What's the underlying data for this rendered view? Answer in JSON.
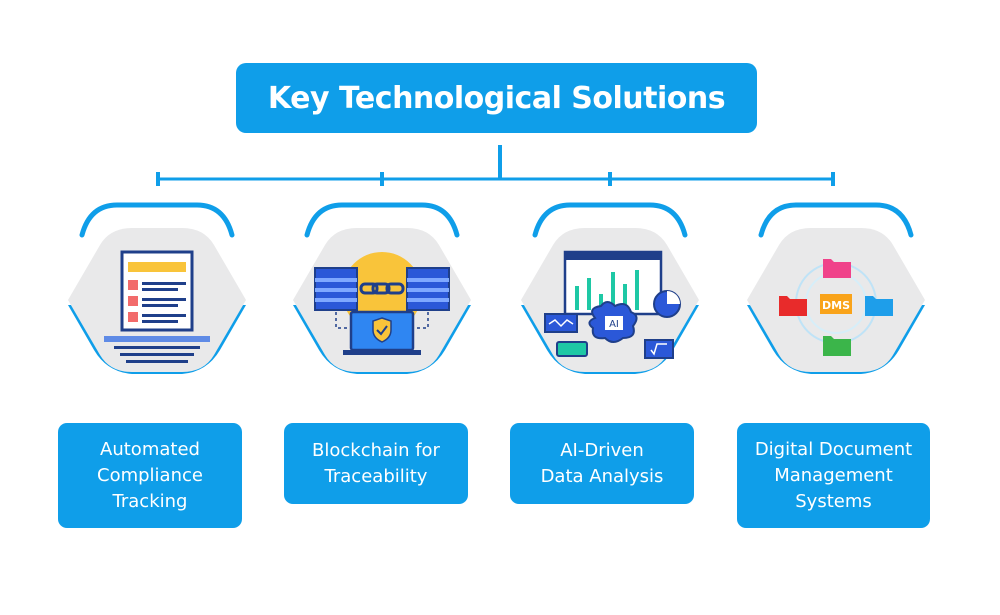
{
  "title": "Key Technological Solutions",
  "colors": {
    "primary": "#0f9ee9",
    "hex_fill": "#e9e9ea",
    "accent_yellow": "#f9c43a",
    "navy": "#1f3f8a",
    "teal": "#1ec8a5"
  },
  "solutions": [
    {
      "label": "Automated\nCompliance\nTracking",
      "icon": "compliance-document-icon"
    },
    {
      "label": "Blockchain for\nTraceability",
      "icon": "blockchain-servers-icon"
    },
    {
      "label": "AI-Driven\nData Analysis",
      "icon": "ai-analytics-icon"
    },
    {
      "label": "Digital Document\nManagement\nSystems",
      "icon": "dms-folders-icon"
    }
  ],
  "dms_badge": "DMS",
  "ai_badge": "AI"
}
